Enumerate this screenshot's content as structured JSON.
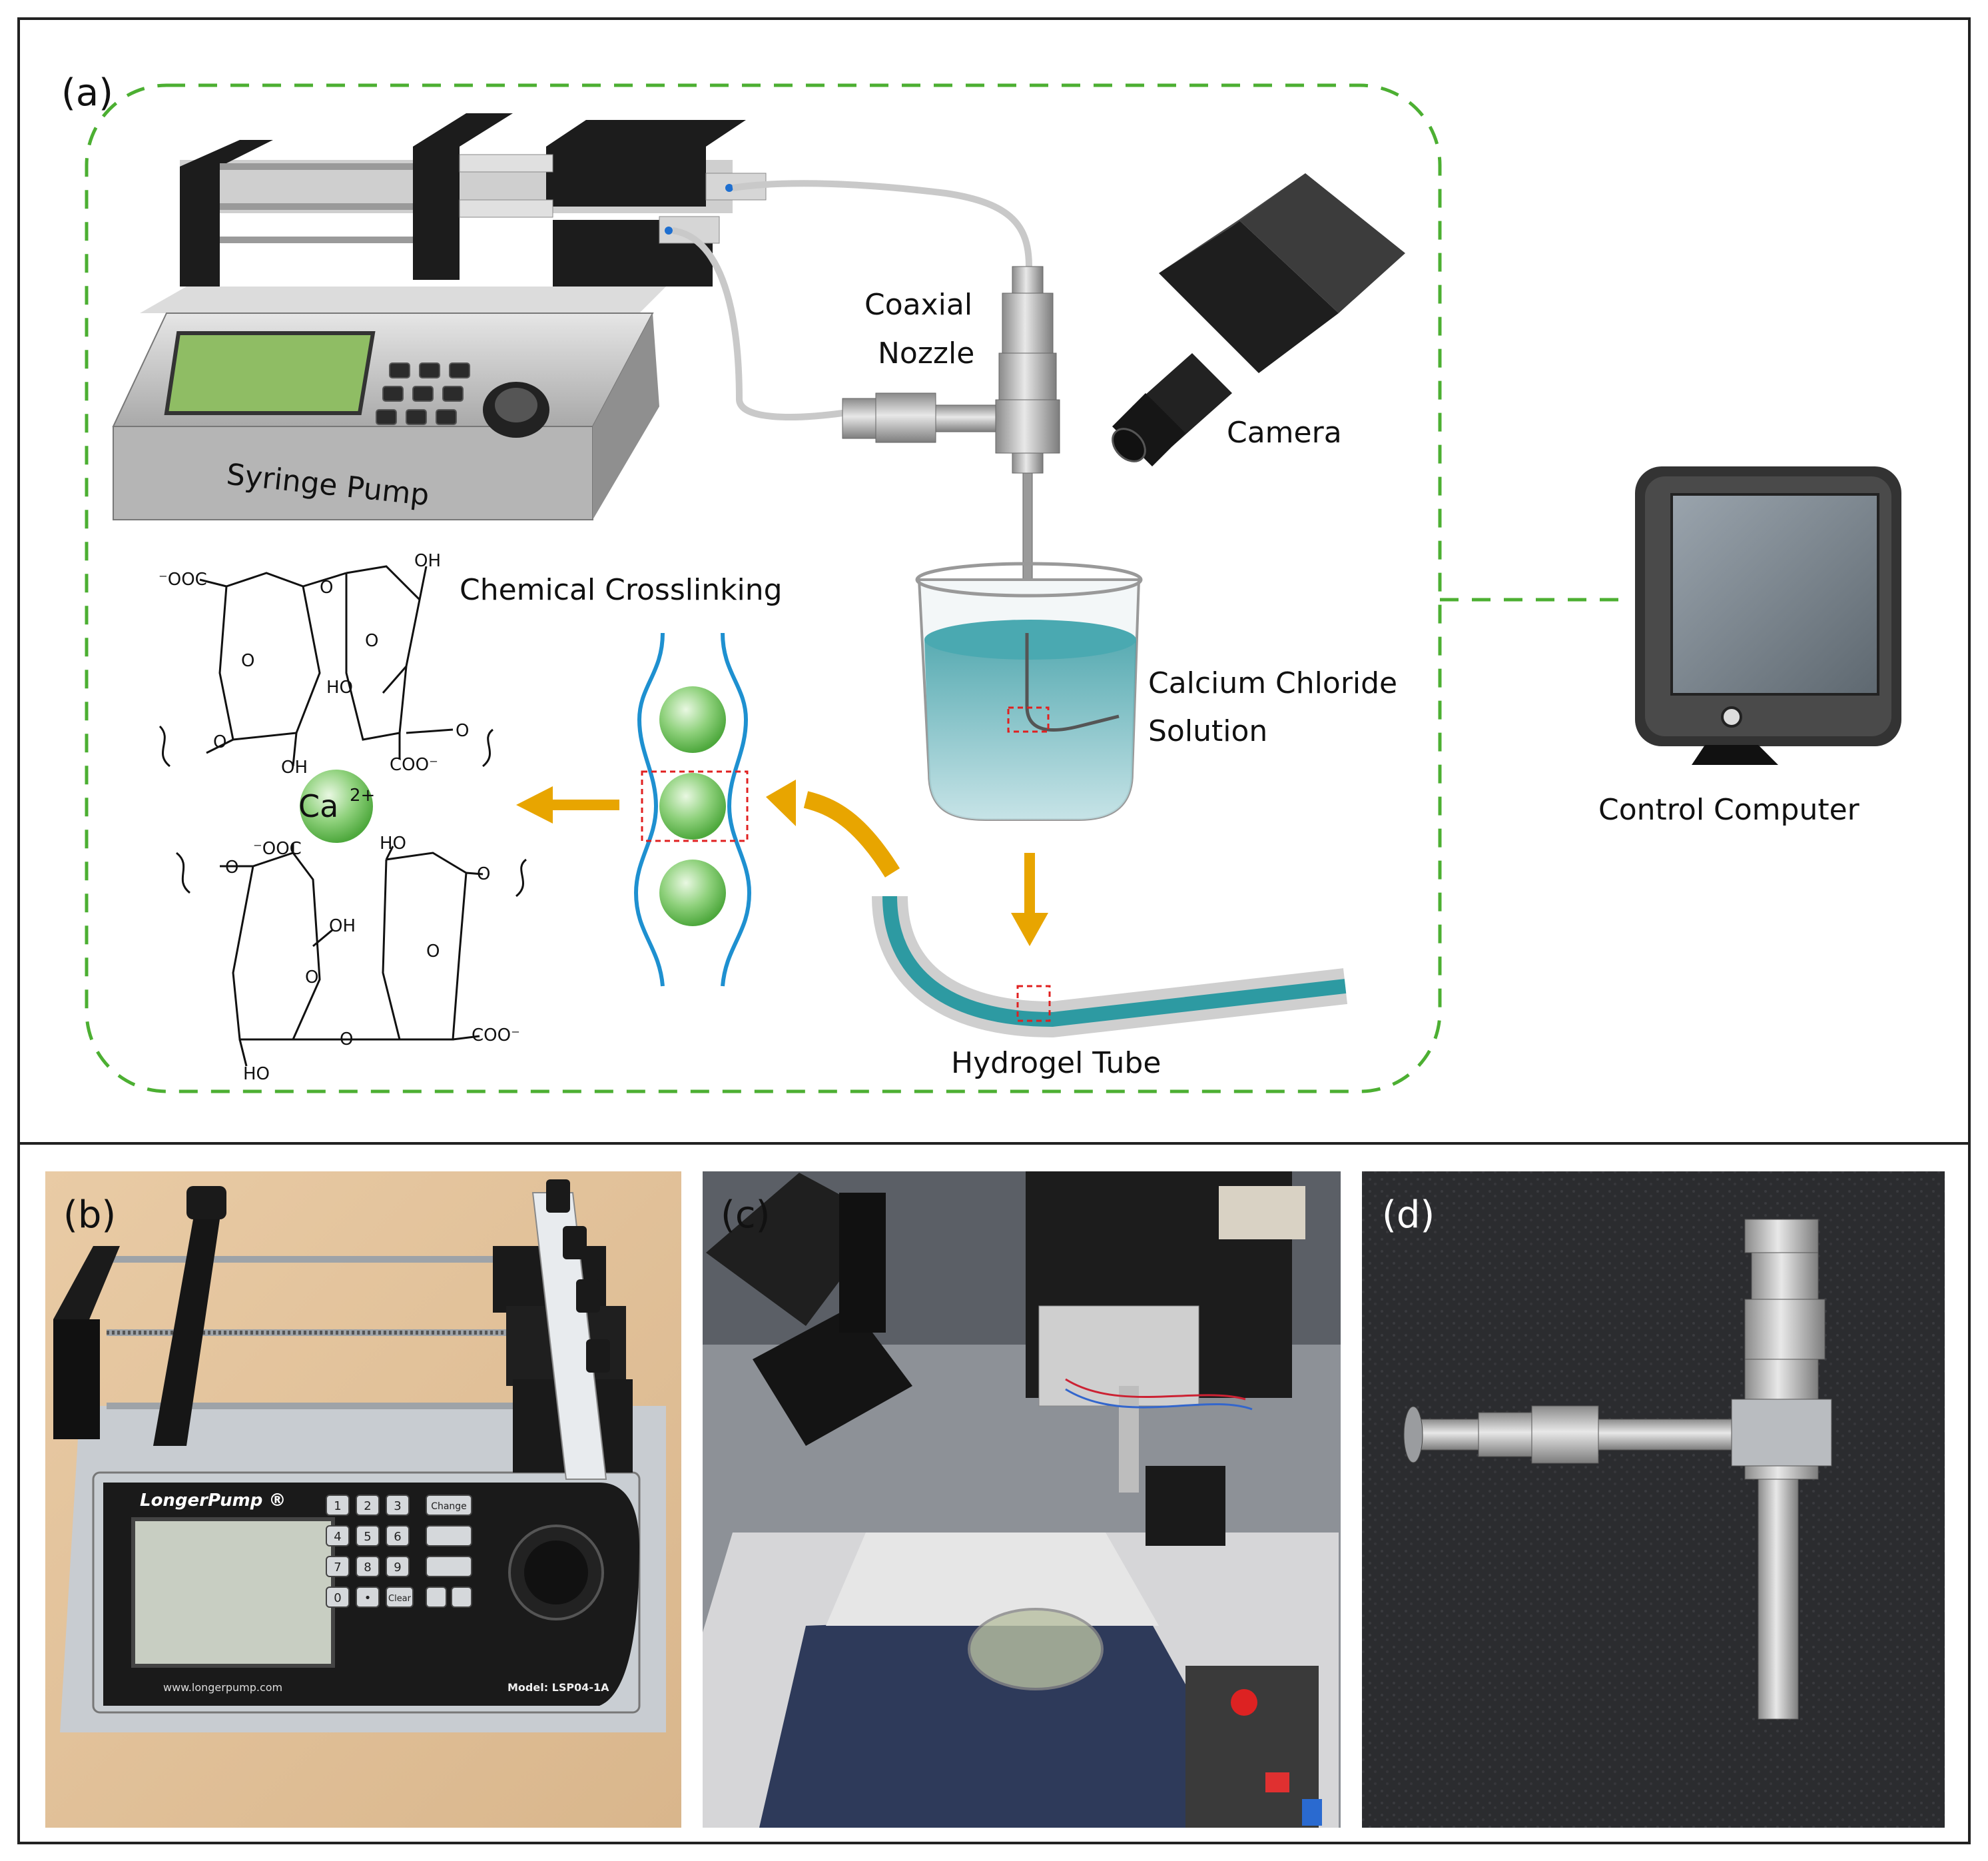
{
  "panels": {
    "a": {
      "letter": "(a)",
      "labels": {
        "syringe_pump": "Syringe Pump",
        "coaxial_nozzle_line1": "Coaxial",
        "coaxial_nozzle_line2": "Nozzle",
        "camera": "Camera",
        "chemical_crosslinking": "Chemical Crosslinking",
        "calcium_chloride_line1": "Calcium Chloride",
        "calcium_chloride_line2": "Solution",
        "hydrogel_tube": "Hydrogel Tube",
        "control_computer": "Control Computer"
      },
      "chem_text": {
        "coo_top_left": "⁻OOC",
        "oh_top": "OH",
        "ho_mid": "HO",
        "oh_left": "OH",
        "coo_mid": "COO⁻",
        "ca": "Ca",
        "ca_charge": "2+",
        "coo_bottom_left": "⁻OOC",
        "ho_bottom_top": "HO",
        "oh_bottom_mid": "OH",
        "ho_bottom": "HO",
        "coo_bottom_right": "COO⁻",
        "o1": "O",
        "o2": "O",
        "o3": "O",
        "o4": "O",
        "o5": "O",
        "o6": "O",
        "o7": "O",
        "o8": "O",
        "o9": "O",
        "o10": "O"
      }
    },
    "b": {
      "letter": "(b)",
      "brand": "LongerPump ®",
      "url": "www.longerpump.com",
      "model": "Model: LSP04-1A",
      "keys": [
        "1",
        "2",
        "3",
        "4",
        "5",
        "6",
        "7",
        "8",
        "9",
        "0",
        "•",
        "Clear"
      ],
      "change_key": "Change"
    },
    "c": {
      "letter": "(c)"
    },
    "d": {
      "letter": "(d)"
    }
  },
  "colors": {
    "dashed_border": "#4caf32",
    "liquid": "#3aa9b0",
    "arrow": "#e8a500",
    "highlight_box": "#e02020",
    "sphere": "#6cc35a",
    "tube_line": "#1e90d0"
  }
}
